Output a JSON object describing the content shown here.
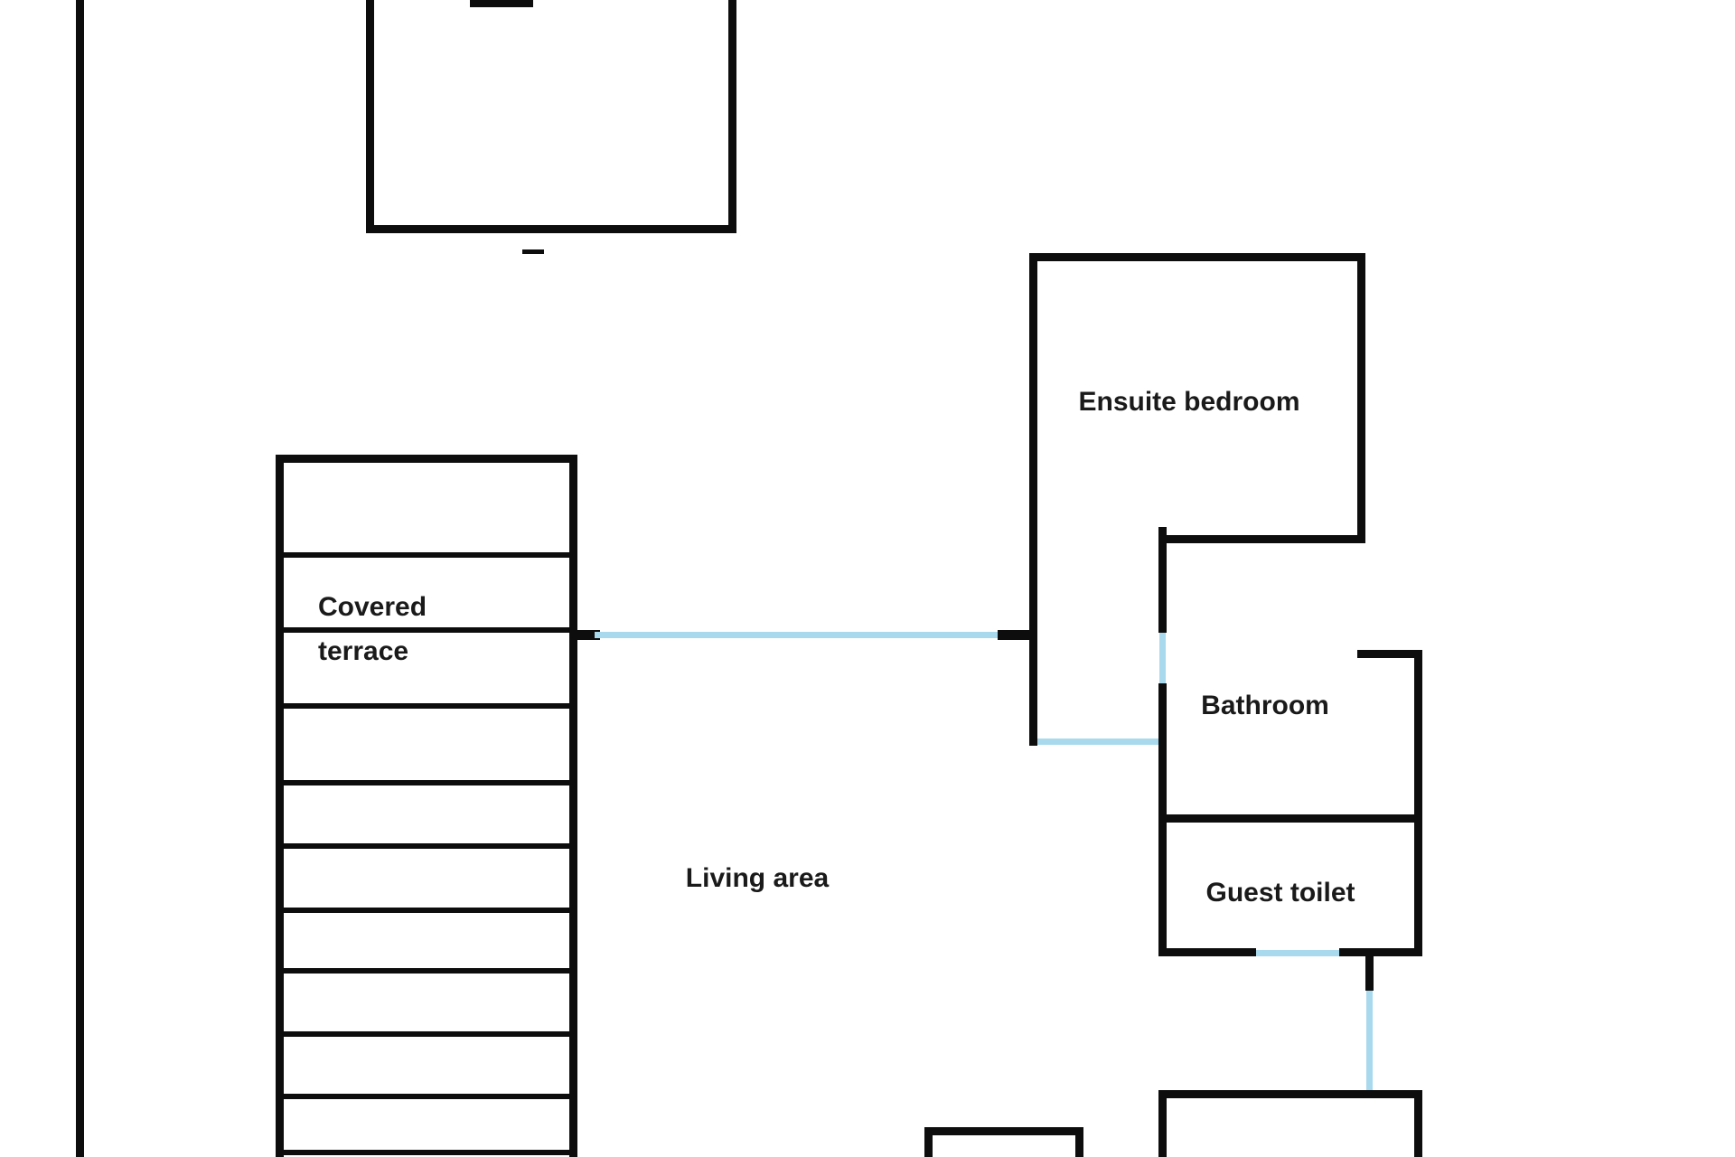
{
  "floorplan": {
    "type": "house-floor-plan",
    "rooms": {
      "covered_terrace": {
        "label_line1": "Covered",
        "label_line2": "terrace"
      },
      "living_area": {
        "label": "Living area"
      },
      "ensuite_bedroom": {
        "label": "Ensuite bedroom"
      },
      "bathroom": {
        "label": "Bathroom"
      },
      "guest_toilet": {
        "label": "Guest toilet"
      }
    },
    "colors": {
      "wall": "#0d0d0d",
      "door": "#a9d9ec",
      "text": "#1a1a1a",
      "background": "#ffffff"
    }
  }
}
